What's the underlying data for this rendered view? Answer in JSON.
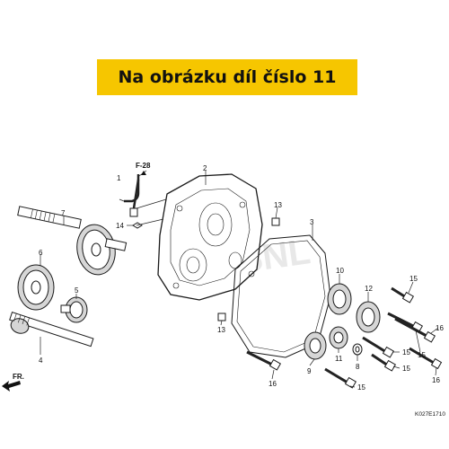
{
  "banner": {
    "text": "Na obrázku díl číslo 11",
    "color": "#f6c600"
  },
  "ref_code": "F-28",
  "fr_label": "FR.",
  "diagram_code": "K027E1710",
  "watermark": "CMSNL",
  "callouts": {
    "c1": "1",
    "c2": "2",
    "c3": "3",
    "c4": "4",
    "c5": "5",
    "c6": "6",
    "c7": "7",
    "c8": "8",
    "c9": "9",
    "c10": "10",
    "c11": "11",
    "c12": "12",
    "c13a": "13",
    "c13b": "13",
    "c14": "14",
    "c15a": "15",
    "c15b": "15",
    "c15c": "15",
    "c15d": "15",
    "c16a": "16",
    "c16b": "16",
    "c16c": "16"
  }
}
